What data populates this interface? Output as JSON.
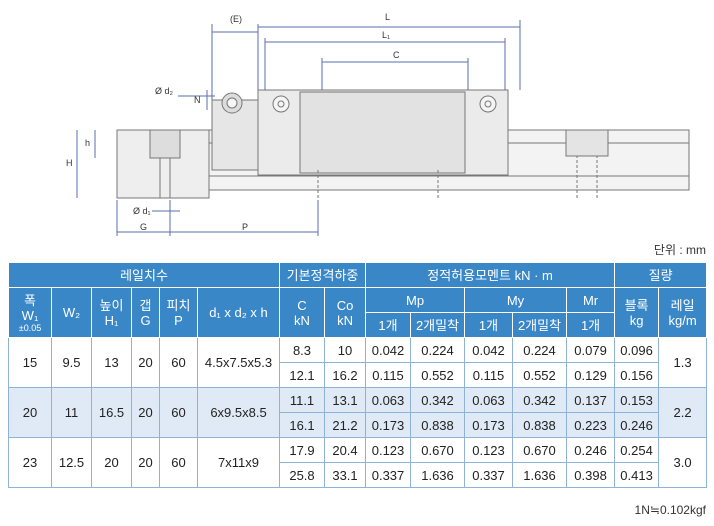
{
  "drawing": {
    "labels": {
      "E": "(E)",
      "L": "L",
      "L1": "L₁",
      "C": "C",
      "N": "N",
      "d2": "Ø d₂",
      "d1": "Ø d₁",
      "H": "H",
      "h": "h",
      "G": "G",
      "P": "P"
    }
  },
  "unit": "단위 : mm",
  "table": {
    "group_headers": {
      "rail": "레일치수",
      "load": "기본정격하중",
      "moment": "정적허용모멘트 kN · m",
      "mass": "질량"
    },
    "col_headers": {
      "w1": "폭",
      "w1_sym": "W₁",
      "w1_tol": "±0.05",
      "w2": "W₂",
      "h1": "높이",
      "h1_sym": "H₁",
      "g": "갭",
      "g_sym": "G",
      "p": "피치",
      "p_sym": "P",
      "d": "d₁ x d₂ x h",
      "c": "C",
      "c_unit": "kN",
      "c0": "Co",
      "c0_unit": "kN",
      "mp": "Mp",
      "my": "My",
      "mr": "Mr",
      "one": "1개",
      "two": "2개밀착",
      "block": "블록",
      "block_unit": "kg",
      "rail": "레일",
      "rail_unit": "kg/m"
    },
    "groups": [
      {
        "w1": "15",
        "w2": "9.5",
        "h1": "13",
        "g": "20",
        "p": "60",
        "d": "4.5x7.5x5.3",
        "rail": "1.3",
        "rows": [
          {
            "c": "8.3",
            "c0": "10",
            "mp1": "0.042",
            "mp2": "0.224",
            "my1": "0.042",
            "my2": "0.224",
            "mr1": "0.079",
            "block": "0.096"
          },
          {
            "c": "12.1",
            "c0": "16.2",
            "mp1": "0.115",
            "mp2": "0.552",
            "my1": "0.115",
            "my2": "0.552",
            "mr1": "0.129",
            "block": "0.156"
          }
        ]
      },
      {
        "w1": "20",
        "w2": "11",
        "h1": "16.5",
        "g": "20",
        "p": "60",
        "d": "6x9.5x8.5",
        "rail": "2.2",
        "rows": [
          {
            "c": "11.1",
            "c0": "13.1",
            "mp1": "0.063",
            "mp2": "0.342",
            "my1": "0.063",
            "my2": "0.342",
            "mr1": "0.137",
            "block": "0.153"
          },
          {
            "c": "16.1",
            "c0": "21.2",
            "mp1": "0.173",
            "mp2": "0.838",
            "my1": "0.173",
            "my2": "0.838",
            "mr1": "0.223",
            "block": "0.246"
          }
        ]
      },
      {
        "w1": "23",
        "w2": "12.5",
        "h1": "20",
        "g": "20",
        "p": "60",
        "d": "7x11x9",
        "rail": "3.0",
        "rows": [
          {
            "c": "17.9",
            "c0": "20.4",
            "mp1": "0.123",
            "mp2": "0.670",
            "my1": "0.123",
            "my2": "0.670",
            "mr1": "0.246",
            "block": "0.254"
          },
          {
            "c": "25.8",
            "c0": "33.1",
            "mp1": "0.337",
            "mp2": "1.636",
            "my1": "0.337",
            "my2": "1.636",
            "mr1": "0.398",
            "block": "0.413"
          }
        ]
      }
    ]
  },
  "footnote": "1N≒0.102kgf",
  "colors": {
    "header": "#3a87c8",
    "band": "#dfeaf6",
    "dimension": "#5a6fb0"
  }
}
